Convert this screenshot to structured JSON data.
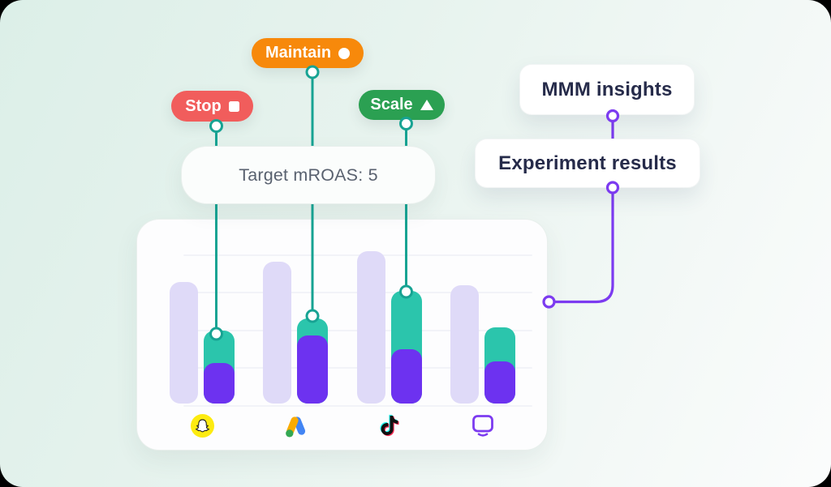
{
  "colors": {
    "background_start": "#dcefe8",
    "background_end": "#fbfcfc",
    "teal_line": "#17a393",
    "bar_teal": "#2bc5ac",
    "bar_purple": "#6d32f0",
    "bar_background": "#dfdaf8",
    "connector_purple": "#7c3bf0",
    "pill_stop": "#f15d5c",
    "pill_maintain": "#f7890b",
    "pill_scale": "#2ba052",
    "snapchat_yellow": "#fdeb10",
    "google_blue": "#4285f4",
    "google_orange": "#faab00",
    "google_green": "#34a853",
    "tiktok_cyan": "#25f4ee",
    "tiktok_red": "#fe2c55"
  },
  "pills": {
    "stop": {
      "label": "Stop",
      "glyph": "square-icon"
    },
    "maintain": {
      "label": "Maintain",
      "glyph": "circle-icon"
    },
    "scale": {
      "label": "Scale",
      "glyph": "triangle-icon"
    }
  },
  "target_card": {
    "label": "Target mROAS: 5"
  },
  "insight_cards": {
    "mmm": {
      "label": "MMM insights"
    },
    "experiment": {
      "label": "Experiment results"
    }
  },
  "chart": {
    "type": "bar",
    "description": "Stacked channel spend bars against faded target bars; teal drop-lines mark recommended levels",
    "groups": [
      {
        "platform": "Snapchat",
        "icon": "snapchat-icon",
        "background_bar": 150,
        "stack_total": 90,
        "purple_segment": 50,
        "action": "Stop",
        "has_connector": true
      },
      {
        "platform": "Google Ads",
        "icon": "google-ads-icon",
        "background_bar": 175,
        "stack_total": 105,
        "purple_segment": 84,
        "action": "Maintain",
        "has_connector": true
      },
      {
        "platform": "TikTok",
        "icon": "tiktok-icon",
        "background_bar": 188,
        "stack_total": 139,
        "purple_segment": 67,
        "action": "Scale",
        "has_connector": true
      },
      {
        "platform": "CTV",
        "icon": "ctv-icon",
        "background_bar": 146,
        "stack_total": 94,
        "purple_segment": 52,
        "action": null,
        "has_connector": false
      }
    ]
  }
}
